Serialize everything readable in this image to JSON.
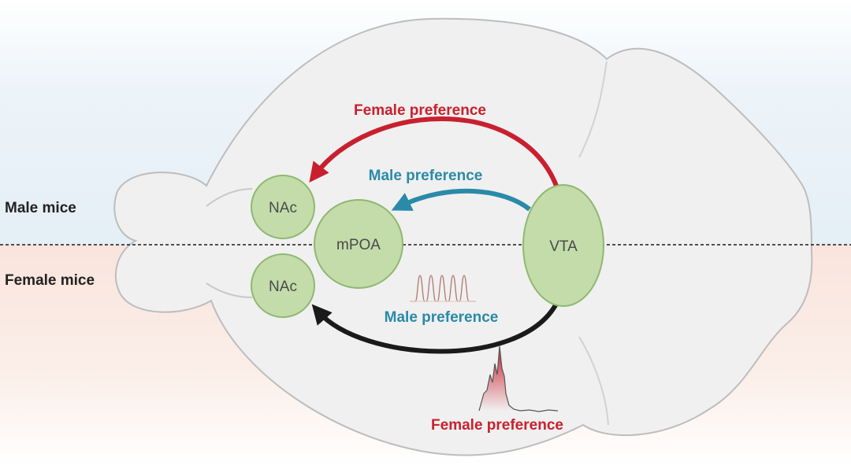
{
  "labels": {
    "male_mice": "Male mice",
    "female_mice": "Female mice"
  },
  "regions": {
    "nac_top": "NAc",
    "nac_bottom": "NAc",
    "mpoa": "mPOA",
    "vta": "VTA"
  },
  "pathways": {
    "male_female_preference": "Female preference",
    "male_male_preference": "Male preference",
    "female_male_preference": "Male preference",
    "female_female_preference": "Female preference"
  },
  "colors": {
    "red": "#c8202e",
    "blue": "#2a8aa8",
    "black": "#1a1a1a",
    "region_fill": "#c3dcaa",
    "region_stroke": "#8fb871",
    "brain_fill": "#f0f0f0",
    "brain_stroke": "#bdbdbd",
    "male_band": "#e8f2f8",
    "female_band": "#f8e6e0"
  }
}
